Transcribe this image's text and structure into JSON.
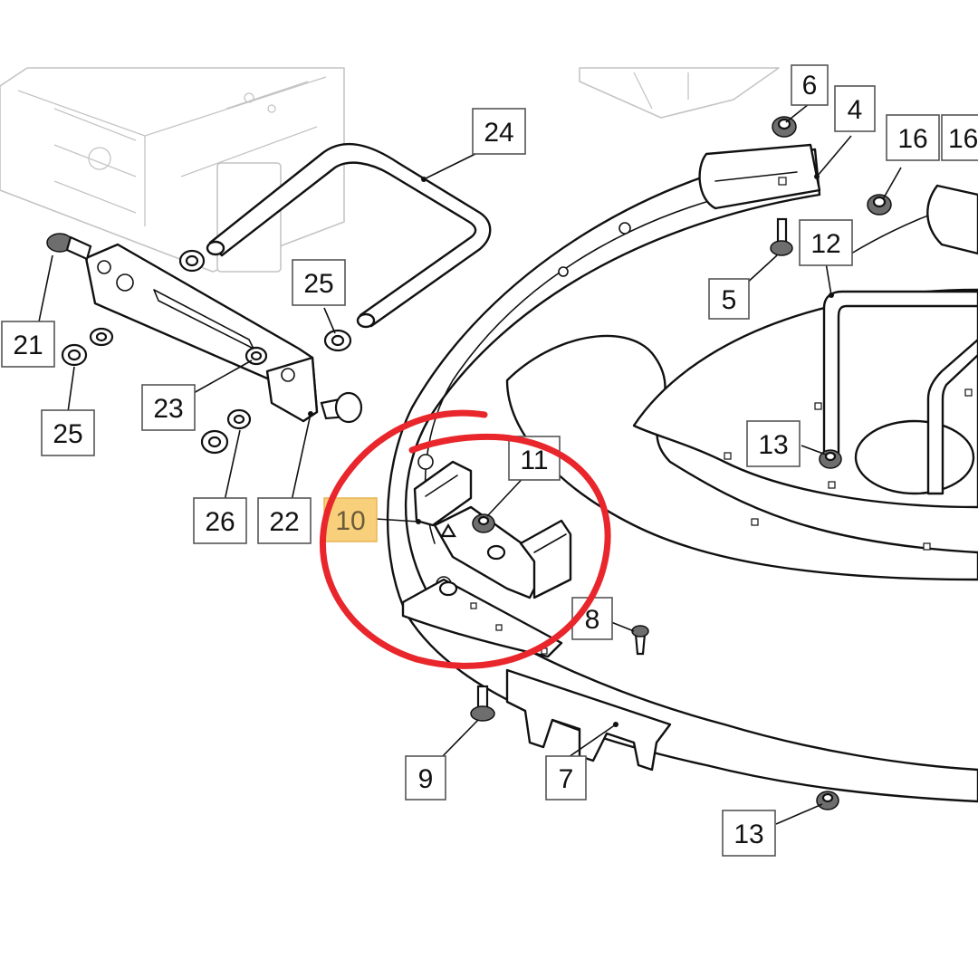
{
  "diagram": {
    "callouts": [
      {
        "id": "c6",
        "label": "6"
      },
      {
        "id": "c4",
        "label": "4"
      },
      {
        "id": "c16a",
        "label": "16"
      },
      {
        "id": "c16b",
        "label": "16"
      },
      {
        "id": "c24",
        "label": "24"
      },
      {
        "id": "c12",
        "label": "12"
      },
      {
        "id": "c5",
        "label": "5"
      },
      {
        "id": "c25a",
        "label": "25"
      },
      {
        "id": "c21",
        "label": "21"
      },
      {
        "id": "c23",
        "label": "23"
      },
      {
        "id": "c25b",
        "label": "25"
      },
      {
        "id": "c13a",
        "label": "13"
      },
      {
        "id": "c11",
        "label": "11"
      },
      {
        "id": "c26",
        "label": "26"
      },
      {
        "id": "c22",
        "label": "22"
      },
      {
        "id": "c10",
        "label": "10",
        "highlighted": true
      },
      {
        "id": "c8",
        "label": "8"
      },
      {
        "id": "c9",
        "label": "9"
      },
      {
        "id": "c7",
        "label": "7"
      },
      {
        "id": "c13b",
        "label": "13"
      }
    ],
    "highlight_color": "#f8cf7a",
    "annotation_color": "#e8262b",
    "annotation": "red-circle-around-part-10"
  }
}
